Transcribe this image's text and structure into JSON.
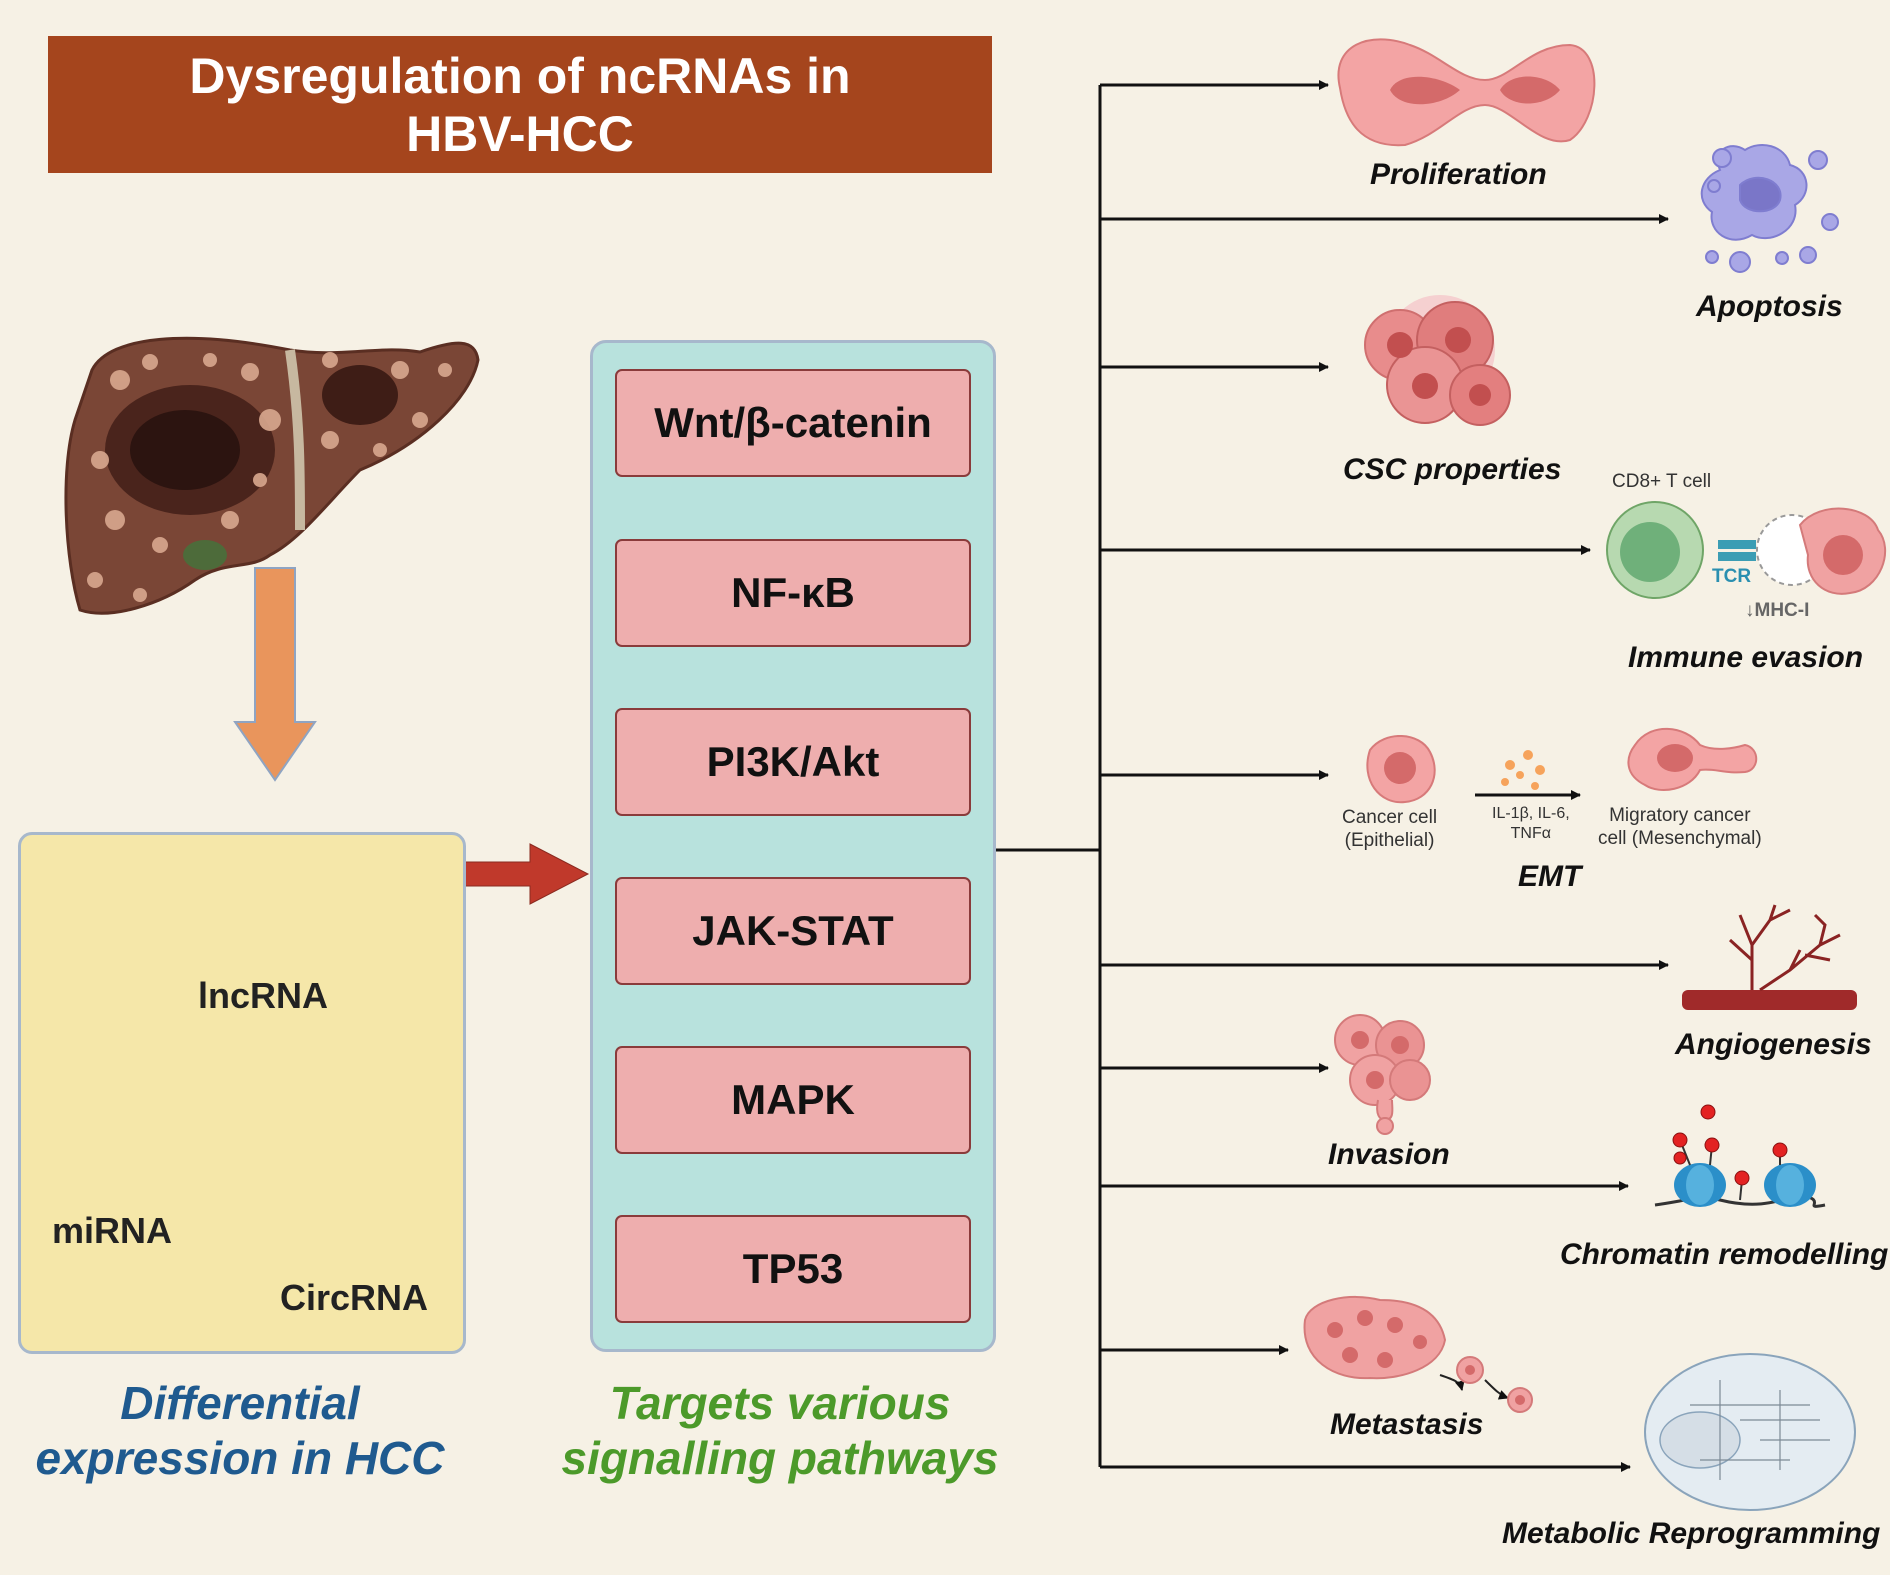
{
  "title": {
    "line1": "Dysregulation of ncRNAs in",
    "line2": "HBV-HCC"
  },
  "ncrna_types": {
    "lncrna": "lncRNA",
    "mirna": "miRNA",
    "circrna": "CircRNA"
  },
  "pathways": [
    "Wnt/β-catenin",
    "NF-κB",
    "PI3K/Akt",
    "JAK-STAT",
    "MAPK",
    "TP53"
  ],
  "captions": {
    "left_line1": "Differential",
    "left_line2": "expression in HCC",
    "middle_line1": "Targets various",
    "middle_line2": "signalling pathways"
  },
  "outcomes": {
    "proliferation": "Proliferation",
    "apoptosis": "Apoptosis",
    "csc": "CSC properties",
    "immune": "Immune evasion",
    "emt": "EMT",
    "angiogenesis": "Angiogenesis",
    "invasion": "Invasion",
    "chromatin": "Chromatin remodelling",
    "metastasis": "Metastasis",
    "metabolic": "Metabolic Reprogramming"
  },
  "immune_labels": {
    "tcell": "CD8+ T cell",
    "tcr": "TCR",
    "mhc": "↓MHC-I"
  },
  "emt_labels": {
    "cancer_l1": "Cancer cell",
    "cancer_l2": "(Epithelial)",
    "cyto_l1": "IL-1β, IL-6,",
    "cyto_l2": "TNFα",
    "migratory_l1": "Migratory cancer",
    "migratory_l2": "cell (Mesenchymal)"
  },
  "colors": {
    "title_bg": "#a5451d",
    "left_caption": "#1f5a8f",
    "middle_caption": "#4c9a2a",
    "rna_green": "#2e7d18"
  }
}
